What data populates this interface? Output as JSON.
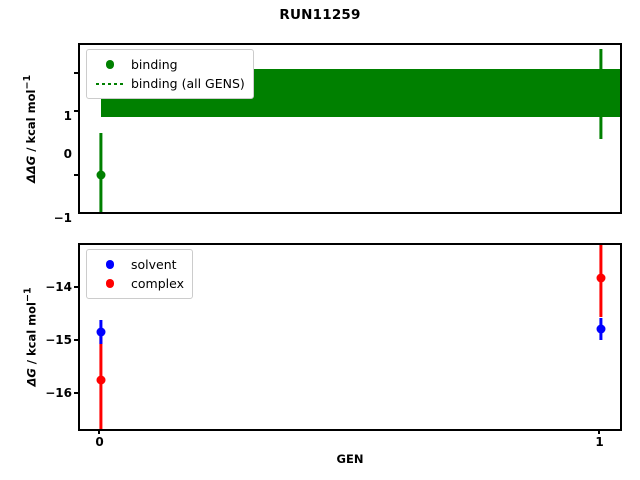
{
  "figure": {
    "title": "RUN11259",
    "xlabel": "GEN",
    "background_color": "#ffffff"
  },
  "colors": {
    "binding": "#008000",
    "solvent": "#0000ff",
    "complex": "#ff0000",
    "axis": "#000000"
  },
  "panels": {
    "top": {
      "ylabel_main": "ΔΔG",
      "ylabel_units": " / kcal mol",
      "ylabel_exp": "−1",
      "yticks": [
        "1",
        "0",
        "−1"
      ],
      "legend": [
        {
          "label": "binding",
          "key": "marker",
          "color": "#008000"
        },
        {
          "label": "binding (all GENS)",
          "key": "dotted-line",
          "color": "#008000"
        }
      ]
    },
    "bottom": {
      "ylabel_main": "ΔG",
      "ylabel_units": " / kcal mol",
      "ylabel_exp": "−1",
      "yticks": [
        "−14",
        "−15",
        "−16"
      ],
      "legend": [
        {
          "label": "solvent",
          "key": "marker",
          "color": "#0000ff"
        },
        {
          "label": "complex",
          "key": "marker",
          "color": "#ff0000"
        }
      ]
    }
  },
  "xticks": [
    "0",
    "1"
  ],
  "chart_data": [
    {
      "type": "scatter",
      "panel": "top",
      "title": "RUN11259",
      "xlabel": "GEN",
      "ylabel": "ΔΔG / kcal mol⁻¹",
      "xlim": [
        -0.05,
        1.05
      ],
      "ylim": [
        -1.75,
        1.55
      ],
      "xticks": [
        0,
        1
      ],
      "yticks": [
        1,
        0,
        -1
      ],
      "grid": false,
      "legend_position": "upper left",
      "series": [
        {
          "name": "binding",
          "color": "#008000",
          "x": [
            0,
            1
          ],
          "values": [
            -0.87,
            0.85
          ],
          "yerr_lower": [
            0.69,
            0.85
          ],
          "yerr_upper": [
            0.7,
            0.57
          ]
        },
        {
          "name": "binding (all GENS)",
          "color": "#008000",
          "style": "dotted-band",
          "band_center": 0.15,
          "band_lower": -0.28,
          "band_upper": 0.59
        }
      ]
    },
    {
      "type": "scatter",
      "panel": "bottom",
      "xlabel": "GEN",
      "ylabel": "ΔG / kcal mol⁻¹",
      "xlim": [
        -0.05,
        1.05
      ],
      "ylim": [
        -16.85,
        -13.35
      ],
      "xticks": [
        0,
        1
      ],
      "yticks": [
        -14,
        -15,
        -16
      ],
      "grid": false,
      "legend_position": "upper left",
      "series": [
        {
          "name": "solvent",
          "color": "#0000ff",
          "x": [
            0,
            1
          ],
          "values": [
            -14.82,
            -14.76
          ],
          "yerr_lower": [
            0.22,
            0.2
          ],
          "yerr_upper": [
            0.22,
            0.2
          ]
        },
        {
          "name": "complex",
          "color": "#ff0000",
          "x": [
            0,
            1
          ],
          "values": [
            -15.73,
            -13.82
          ],
          "yerr_lower": [
            0.95,
            0.73
          ],
          "yerr_upper": [
            0.95,
            0.73
          ]
        }
      ]
    }
  ]
}
